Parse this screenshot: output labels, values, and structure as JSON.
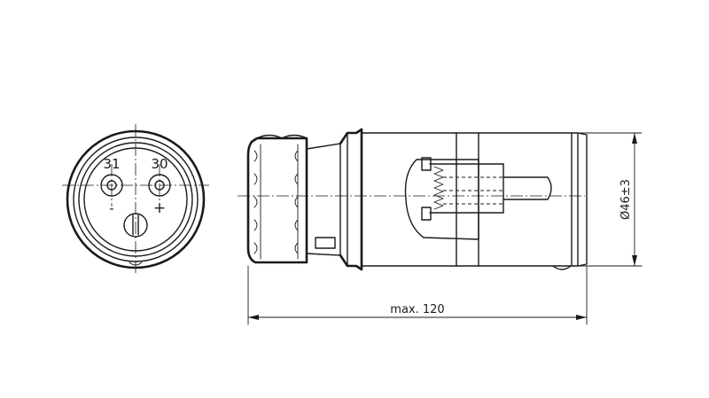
{
  "front_view": {
    "pin_left_label": "31",
    "pin_right_label": "30",
    "minus_label": "-",
    "plus_label": "+"
  },
  "dimensions": {
    "length_label": "max. 120",
    "diameter_label": "Ø46±3"
  }
}
